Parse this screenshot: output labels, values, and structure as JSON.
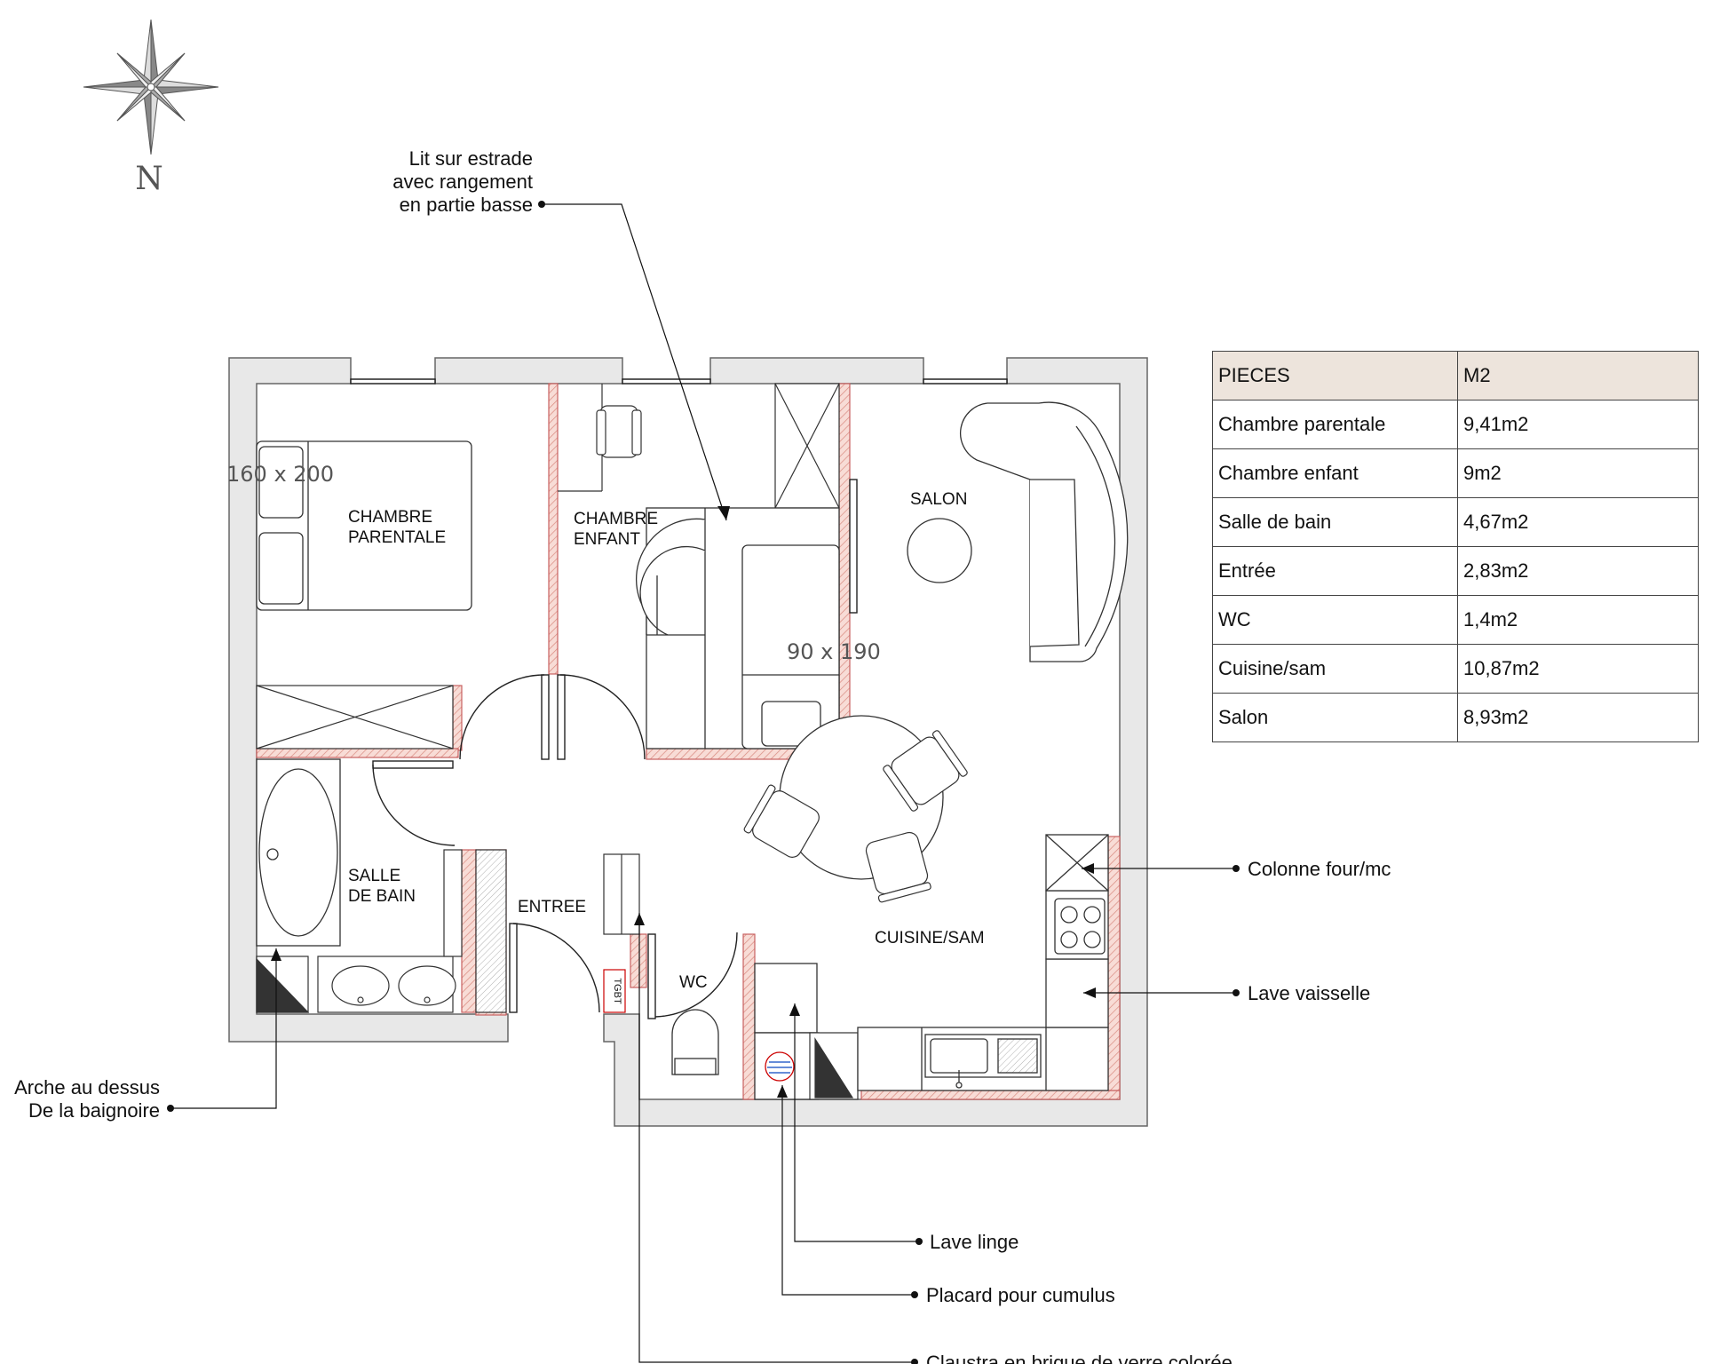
{
  "compass": {
    "north_label": "N"
  },
  "rooms": {
    "chambre_parentale": [
      "CHAMBRE",
      "PARENTALE"
    ],
    "chambre_enfant": [
      "CHAMBRE",
      "ENFANT"
    ],
    "salon": "SALON",
    "salle_de_bain": [
      "SALLE",
      "DE BAIN"
    ],
    "entree": "ENTREE",
    "wc": "WC",
    "cuisine": "CUISINE/SAM",
    "tgbt": "TGBT"
  },
  "dimensions": {
    "lit_parental": "160 x 200",
    "lit_enfant": "90 x 190"
  },
  "callouts": {
    "lit_estrade": [
      "Lit sur estrade",
      "avec rangement",
      "en partie basse"
    ],
    "colonne_four": "Colonne four/mc",
    "lave_vaisselle": "Lave vaisselle",
    "arche_baignoire": [
      "Arche au dessus",
      "De la baignoire"
    ],
    "lave_linge": "Lave linge",
    "placard_cumulus": "Placard pour cumulus",
    "claustra": "Claustra en brique de verre colorée"
  },
  "area_table": {
    "headers": [
      "PIECES",
      "M2"
    ],
    "rows": [
      {
        "piece": "Chambre parentale",
        "m2": "9,41m2"
      },
      {
        "piece": "Chambre enfant",
        "m2": "9m2"
      },
      {
        "piece": "Salle de bain",
        "m2": "4,67m2"
      },
      {
        "piece": "Entrée",
        "m2": "2,83m2"
      },
      {
        "piece": "WC",
        "m2": "1,4m2"
      },
      {
        "piece": "Cuisine/sam",
        "m2": "10,87m2"
      },
      {
        "piece": "Salon",
        "m2": "8,93m2"
      }
    ]
  },
  "colors": {
    "wall_fill": "#e8e8e8",
    "wall_stroke": "#666666",
    "partition_fill": "#f6d6d0",
    "partition_stroke": "#c86060",
    "table_header_bg": "#ede4dc"
  }
}
